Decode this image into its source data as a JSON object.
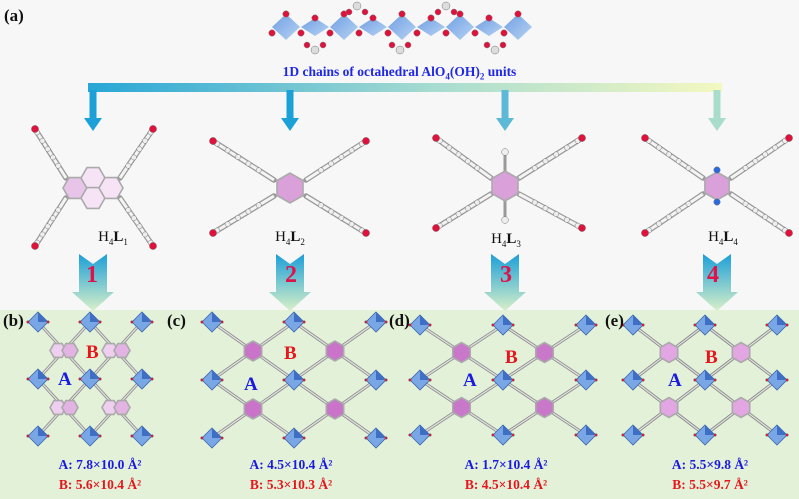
{
  "figure": {
    "panel_labels": [
      "(a)",
      "(b)",
      "(c)",
      "(d)",
      "(e)"
    ],
    "chain_caption": {
      "text": "1D chains of octahedral AlO",
      "sub1": "4",
      "mid": "(OH)",
      "sub2": "2",
      "tail": " units"
    },
    "ligands": [
      {
        "prefix": "H",
        "sub1": "4",
        "bold": "L",
        "sub2": "1",
        "core": "pyrene"
      },
      {
        "prefix": "H",
        "sub1": "4",
        "bold": "L",
        "sub2": "2",
        "core": "benzene"
      },
      {
        "prefix": "H",
        "sub1": "4",
        "bold": "L",
        "sub2": "3",
        "core": "benzene-H"
      },
      {
        "prefix": "H",
        "sub1": "4",
        "bold": "L",
        "sub2": "4",
        "core": "pyrazine"
      }
    ],
    "steps": [
      "1",
      "2",
      "3",
      "4"
    ],
    "frameworks": [
      {
        "pore_a_label": "A",
        "pore_b_label": "B",
        "dim_a": "A: 7.8×10.0 Å²",
        "dim_b": "B: 5.6×10.4 Å²"
      },
      {
        "pore_a_label": "A",
        "pore_b_label": "B",
        "dim_a": "A: 4.5×10.4 Å²",
        "dim_b": "B: 5.3×10.3 Å²"
      },
      {
        "pore_a_label": "A",
        "pore_b_label": "B",
        "dim_a": "A: 1.7×10.4 Å²",
        "dim_b": "B: 4.5×10.4 Å²"
      },
      {
        "pore_a_label": "A",
        "pore_b_label": "B",
        "dim_a": "A: 5.5×9.8 Å²",
        "dim_b": "B: 5.5×9.7 Å²"
      }
    ],
    "colors": {
      "oxygen": "#e0123c",
      "octahedron": "#6f9fe0",
      "core_pink": "#d9a0d9",
      "pore_a": "#1a1ae0",
      "pore_b": "#e5161d",
      "arrow_start": "#1ea0d8",
      "arrow_end": "#e9f7c0",
      "band": "#e3f1d8"
    }
  }
}
